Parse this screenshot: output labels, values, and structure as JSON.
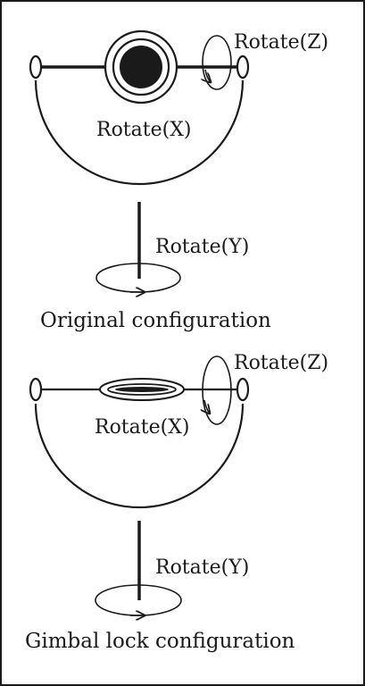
{
  "top_panel": {
    "caption": "Original configuration",
    "labels": {
      "rotate_z": "Rotate(Z)",
      "rotate_x": "Rotate(X)",
      "rotate_y": "Rotate(Y)"
    }
  },
  "bottom_panel": {
    "caption": "Gimbal lock configuration",
    "labels": {
      "rotate_z": "Rotate(Z)",
      "rotate_x": "Rotate(X)",
      "rotate_y": "Rotate(Y)"
    }
  },
  "colors": {
    "stroke": "#1a1a1a",
    "background": "#ffffff"
  }
}
